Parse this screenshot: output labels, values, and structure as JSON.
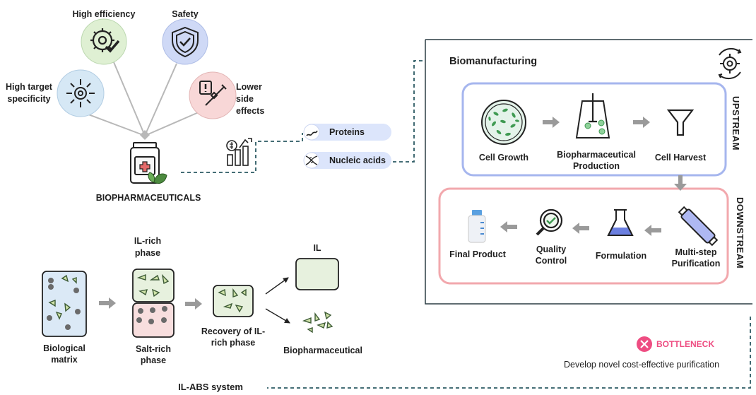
{
  "top_left": {
    "benefits": [
      {
        "label": "High efficiency",
        "icon": "gear-check-icon",
        "color": "#dff0d3"
      },
      {
        "label": "Safety",
        "icon": "shield-check-icon",
        "color": "#cfd9f6"
      },
      {
        "label": "High target specificity",
        "icon": "target-arrows-icon",
        "color": "#d6e8f5"
      },
      {
        "label": "Lower side effects",
        "icon": "syringe-warning-icon",
        "color": "#f8d7d7"
      }
    ],
    "product_label": "BIOPHARMACEUTICALS",
    "types": [
      "Proteins",
      "Nucleic acids"
    ]
  },
  "biomanufacturing": {
    "title": "Biomanufacturing",
    "upstream_label": "UPSTREAM",
    "downstream_label": "DOWNSTREAM",
    "upstream_steps": [
      {
        "label": "Cell Growth",
        "icon": "petri-dish-icon"
      },
      {
        "label": "Biopharmaceutical Production",
        "icon": "bioreactor-icon"
      },
      {
        "label": "Cell Harvest",
        "icon": "funnel-icon"
      }
    ],
    "downstream_steps": [
      {
        "label": "Multi-step Purification",
        "icon": "chromatography-column-icon"
      },
      {
        "label": "Formulation",
        "icon": "flask-icon"
      },
      {
        "label": "Quality Control",
        "icon": "magnifier-check-icon"
      },
      {
        "label": "Final Product",
        "icon": "vial-icon"
      }
    ],
    "colors": {
      "upstream": "#a6b6ee",
      "downstream": "#f2a8ad"
    }
  },
  "bottleneck": {
    "label": "BOTTLENECK",
    "description": "Develop novel cost-effective purification",
    "color": "#ee4d82"
  },
  "il_abs": {
    "title": "IL-ABS system",
    "biological_matrix": "Biological matrix",
    "il_rich_phase": "IL-rich phase",
    "salt_rich_phase": "Salt-rich phase",
    "recovery": "Recovery of IL-rich phase",
    "il": "IL",
    "biopharmaceutical": "Biopharmaceutical"
  }
}
